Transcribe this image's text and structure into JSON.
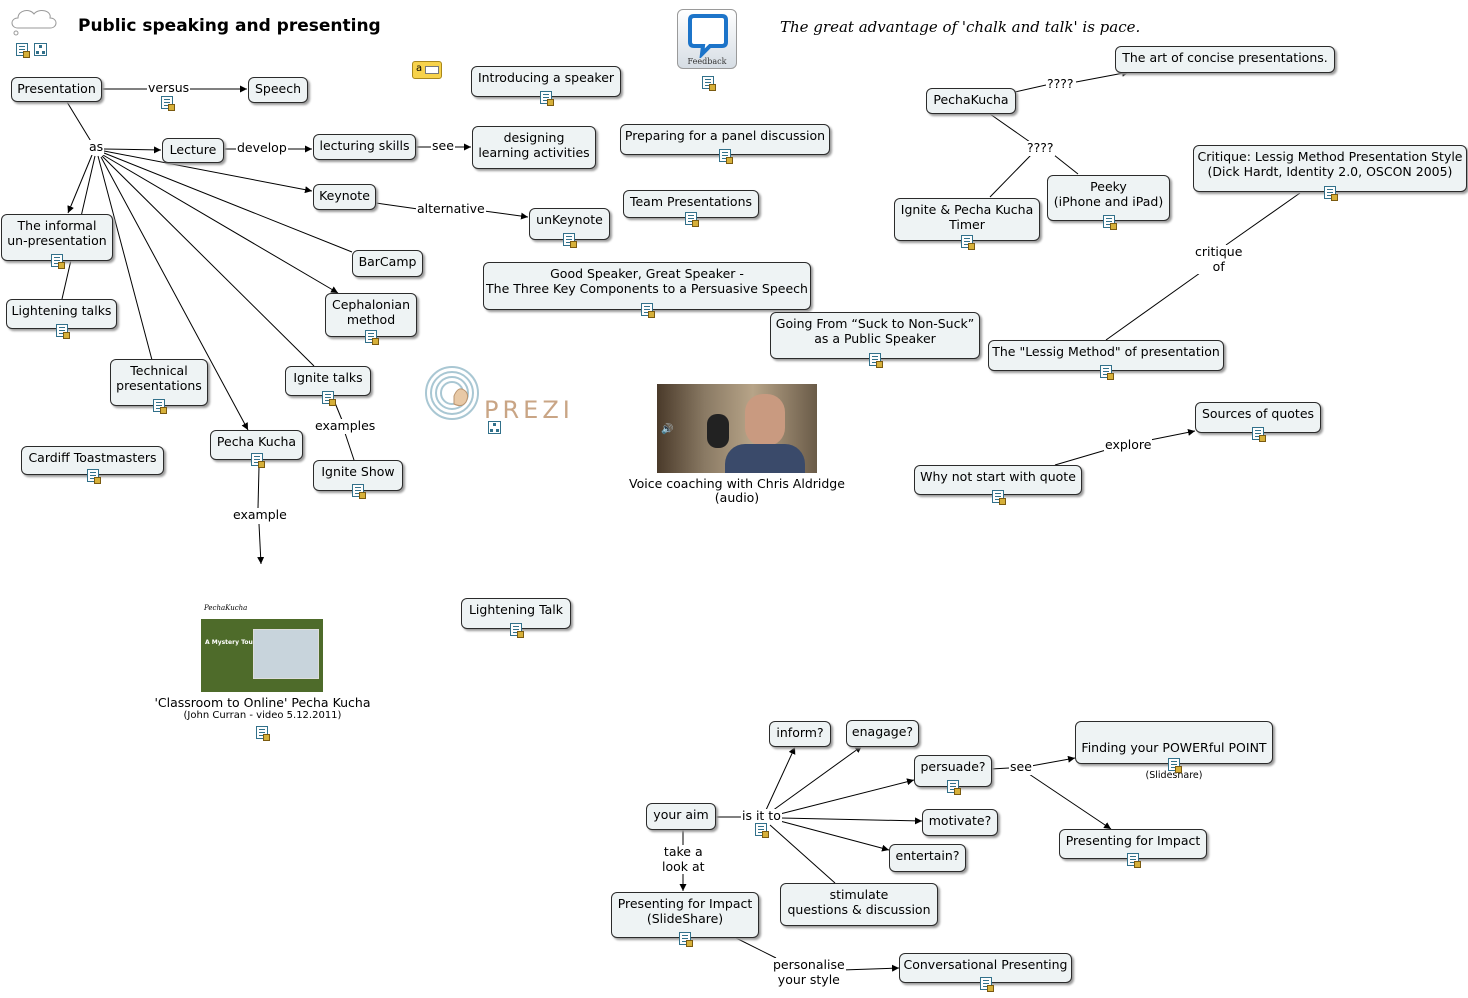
{
  "page": {
    "title": "Public speaking and presenting",
    "quote": "The great advantage of 'chalk and talk' is pace."
  },
  "nodes": {
    "presentation": "Presentation",
    "speech": "Speech",
    "lecture": "Lecture",
    "lecturing_skills": "lecturing skills",
    "designing": "designing\nlearning activities",
    "keynote": "Keynote",
    "unkeynote": "unKeynote",
    "informal": "The informal\nun-presentation",
    "lightening_talks": "Lightening talks",
    "technical": "Technical\npresentations",
    "barcamp": "BarCamp",
    "cephalonian": "Cephalonian\nmethod",
    "ignite_talks": "Ignite talks",
    "ignite_show": "Ignite Show",
    "pecha_kucha": "Pecha Kucha",
    "cardiff": "Cardiff Toastmasters",
    "introducing": "Introducing a speaker",
    "panel": "Preparing for a panel discussion",
    "team": "Team Presentations",
    "good_speaker": "Good Speaker, Great Speaker -\nThe Three Key Components to a Persuasive Speech",
    "suck": "Going From “Suck to Non-Suck”\nas a Public Speaker",
    "lightening_talk": "Lightening Talk",
    "pechakucha": "PechaKucha",
    "concise": "The art of concise presentations.",
    "ignite_timer": "Ignite & Pecha Kucha\nTimer",
    "peeky": "Peeky\n(iPhone and iPad)",
    "critique": "Critique: Lessig Method Presentation Style\n(Dick Hardt, Identity 2.0, OSCON 2005)",
    "lessig": "The \"Lessig Method\" of presentation",
    "sources": "Sources of quotes",
    "why_quote": "Why not start with quote",
    "inform": "inform?",
    "engage": "enagage?",
    "persuade": "persuade?",
    "motivate": "motivate?",
    "entertain": "entertain?",
    "stimulate": "stimulate\nquestions & discussion",
    "your_aim": "your aim",
    "pfi_slideshare": "Presenting for Impact\n(SlideShare)",
    "conversational": "Conversational Presenting",
    "powerful": "Finding your POWERful POINT",
    "powerful_sub": "(Slideshare)",
    "pfi": "Presenting for Impact"
  },
  "labels": {
    "versus": "versus",
    "as": "as",
    "develop": "develop",
    "see1": "see",
    "alternative": "alternative",
    "examples": "examples",
    "example": "example",
    "q1": "????",
    "q2": "????",
    "critique_of": "critique\nof",
    "explore": "explore",
    "is_it_to": "is it to",
    "take_look": "take a\nlook at",
    "see2": "see",
    "personalise": "personalise\nyour style"
  },
  "media": {
    "feedback_icon_label": "Feedback",
    "prezi_logo": "PREZI",
    "voice_caption": "Voice coaching with Chris Aldridge\n(audio)",
    "classroom_caption": "'Classroom to Online' Pecha Kucha",
    "classroom_sub": "(John Curran - video 5.12.2011)",
    "thumb_header": "PechaKucha",
    "thumb_title": "A Mystery Tour"
  },
  "colors": {
    "node_fill": "#eef3f4",
    "border": "#2b2b2b",
    "link": "#000000",
    "icon": "#31708a",
    "thumb_green": "#4e6b2a"
  }
}
